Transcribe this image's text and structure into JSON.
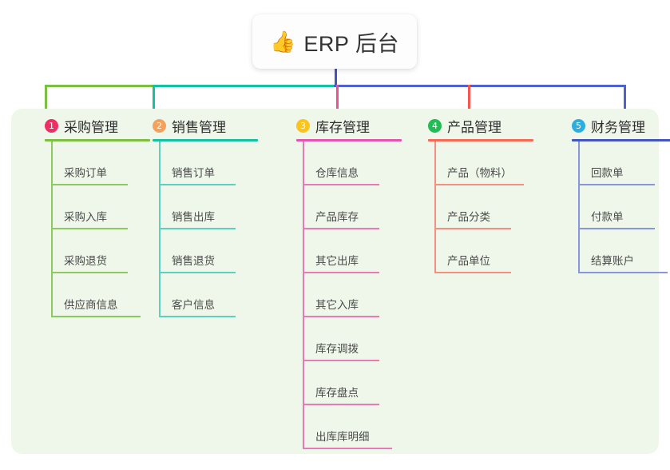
{
  "root": {
    "icon": "thumbs-up-icon",
    "icon_glyph": "👍",
    "title": "ERP 后台"
  },
  "palette": {
    "page_background": "#ffffff",
    "panel_background": "#eef7e9",
    "root_card_background": "#fdfdfd",
    "root_stem": "#4355c0",
    "bus_green": "#7cbf43",
    "bus_teal": "#13c2a3",
    "bus_blue": "#5160cf",
    "text": "#3a3a3a"
  },
  "columns": [
    {
      "index": "1",
      "title": "采购管理",
      "badge_color": "#ef2f63",
      "accent_color": "#7cbf43",
      "leaf_color": "#8cc95e",
      "drop_color": "#7cbf43",
      "items": [
        "采购订单",
        "采购入库",
        "采购退货",
        "供应商信息"
      ]
    },
    {
      "index": "2",
      "title": "销售管理",
      "badge_color": "#f5a15c",
      "accent_color": "#13c2a3",
      "leaf_color": "#5fcfc0",
      "drop_color": "#13c2a3",
      "items": [
        "销售订单",
        "销售出库",
        "销售退货",
        "客户信息"
      ]
    },
    {
      "index": "3",
      "title": "库存管理",
      "badge_color": "#fcc419",
      "accent_color": "#e653b0",
      "leaf_color": "#e87ab5",
      "drop_color": "#ef4f93",
      "items": [
        "仓库信息",
        "产品库存",
        "其它出库",
        "其它入库",
        "库存调拨",
        "库存盘点",
        "出库库明细"
      ]
    },
    {
      "index": "4",
      "title": "产品管理",
      "badge_color": "#22bb55",
      "accent_color": "#f86a56",
      "leaf_color": "#f58f82",
      "drop_color": "#f8574f",
      "items": [
        "产品（物料）",
        "产品分类",
        "产品单位"
      ]
    },
    {
      "index": "5",
      "title": "财务管理",
      "badge_color": "#2caee0",
      "accent_color": "#4355c0",
      "leaf_color": "#8897dd",
      "drop_color": "#5160cf",
      "items": [
        "回款单",
        "付款单",
        "结算账户"
      ]
    }
  ]
}
